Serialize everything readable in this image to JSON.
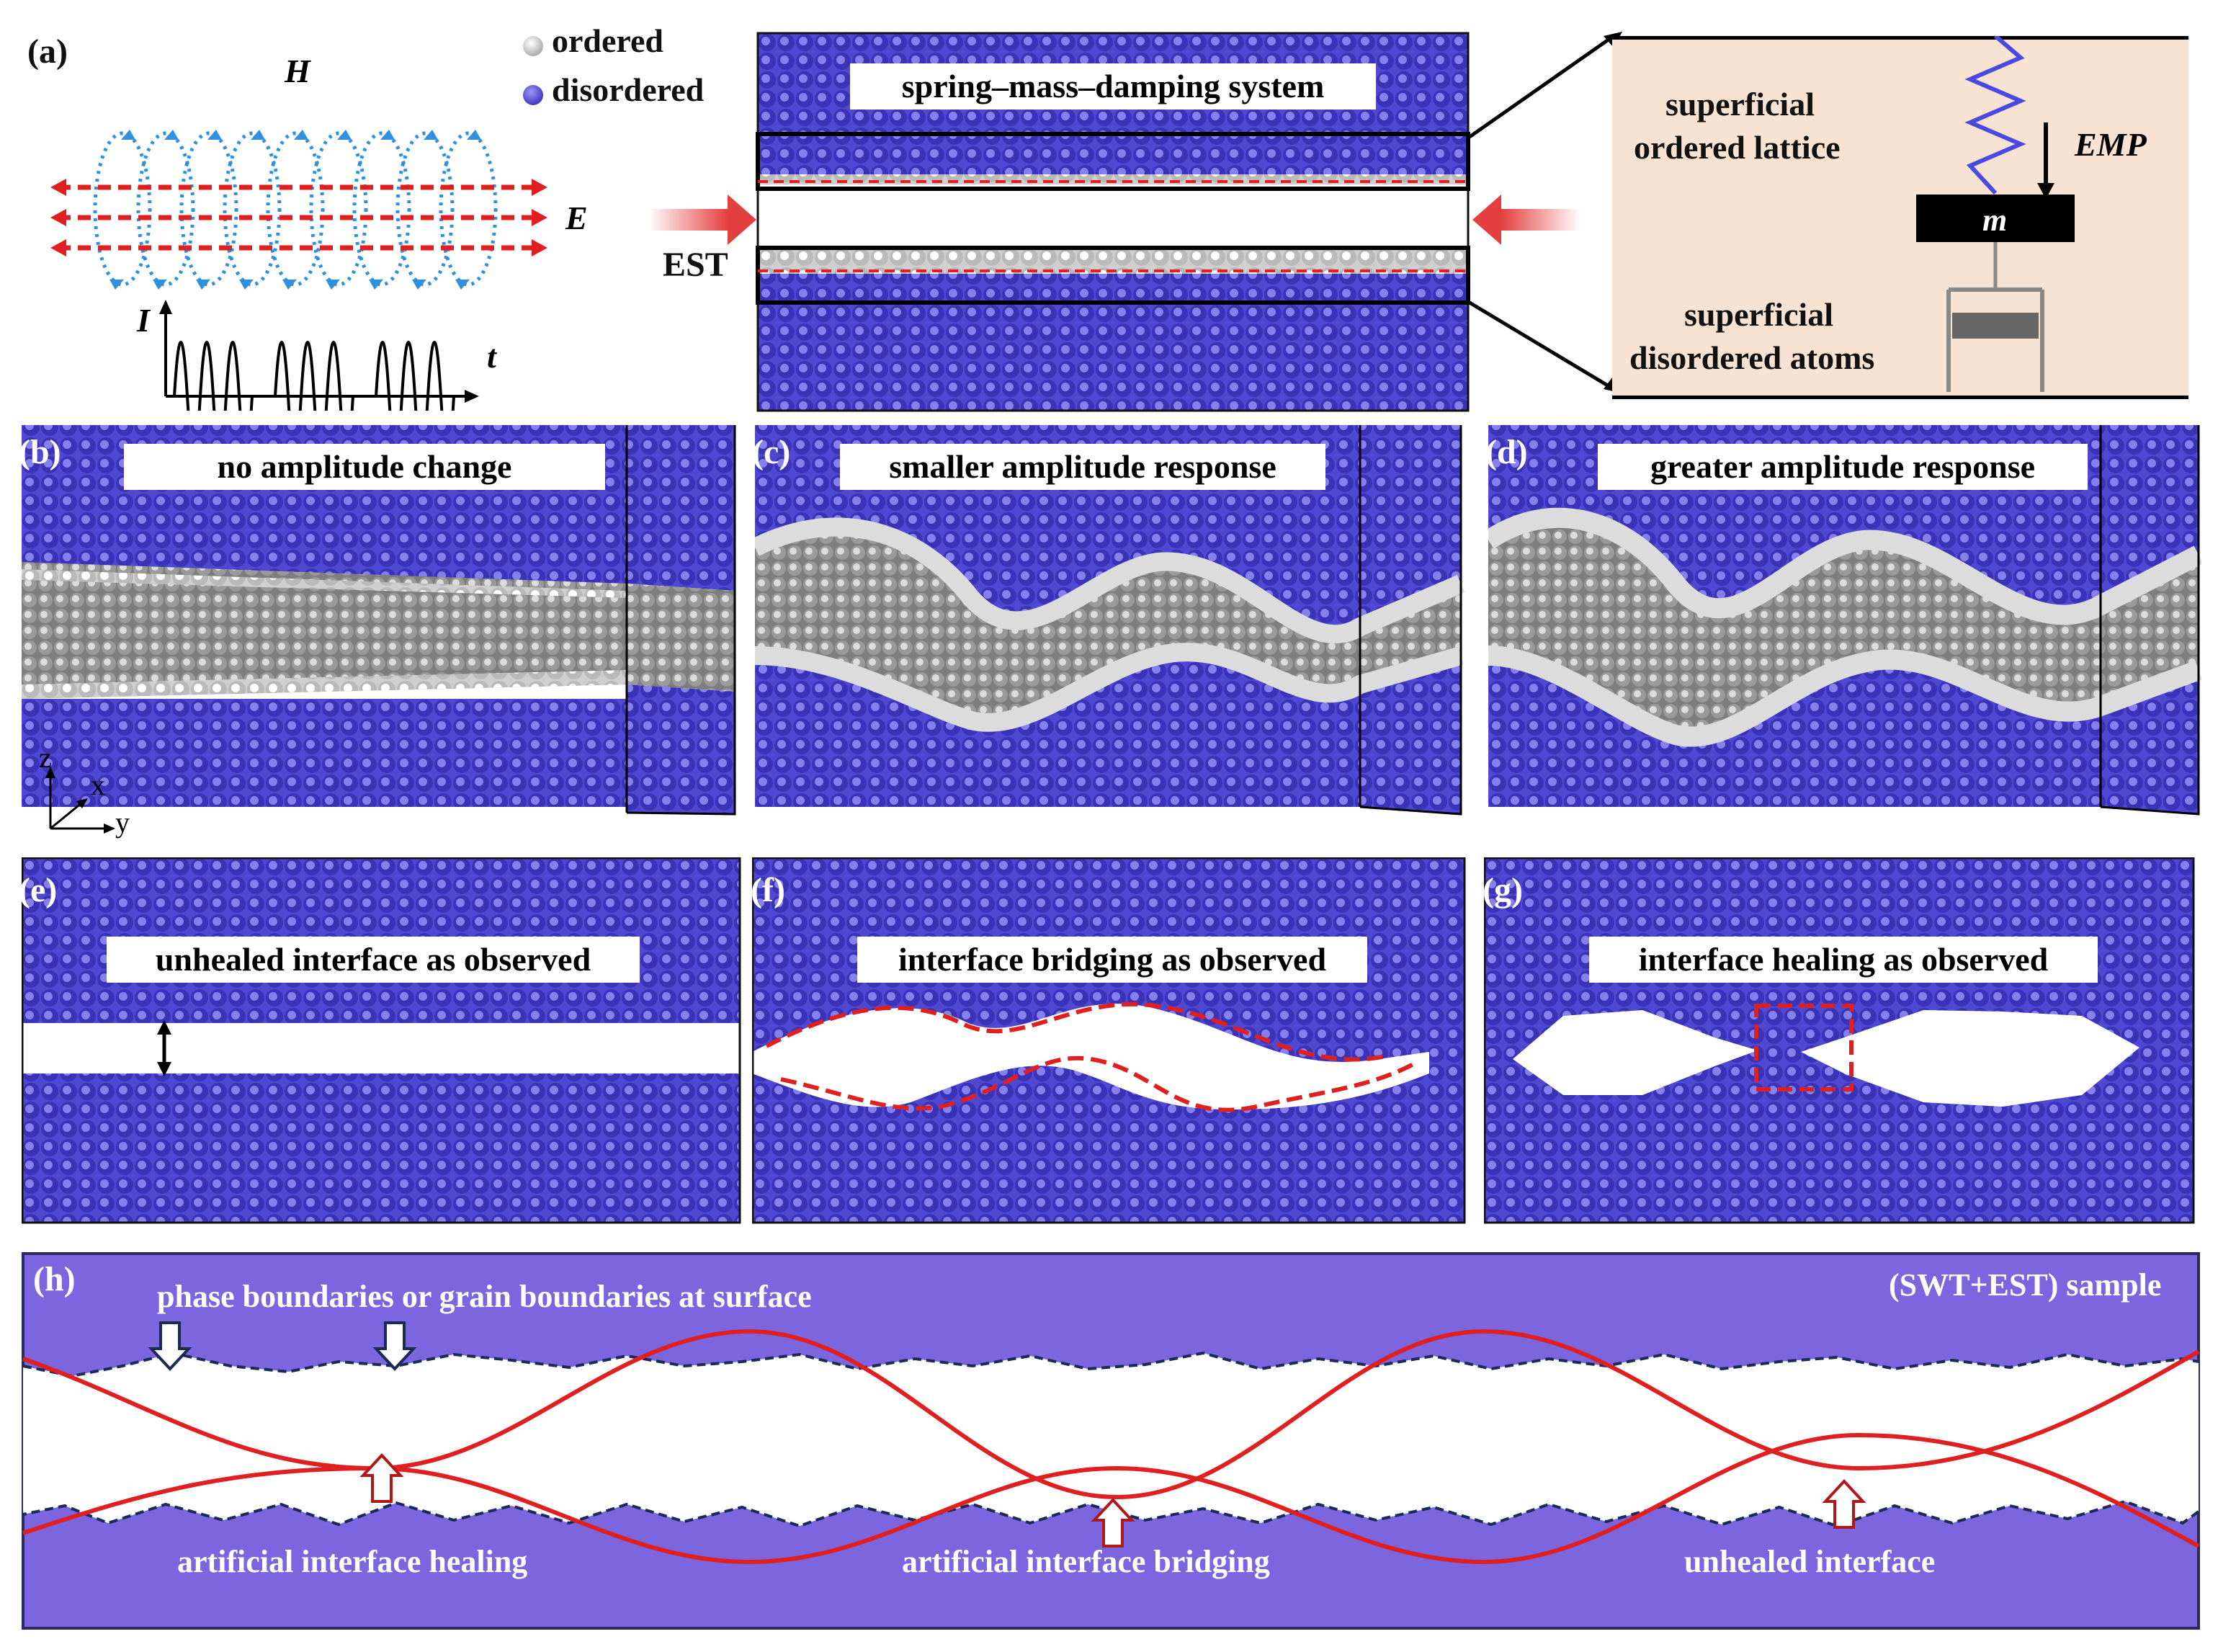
{
  "panel_labels": {
    "a": "(a)",
    "b": "(b)",
    "c": "(c)",
    "d": "(d)",
    "e": "(e)",
    "f": "(f)",
    "g": "(g)",
    "h": "(h)"
  },
  "panel_a": {
    "H": "H",
    "E": "E",
    "I": "I",
    "t": "t",
    "legend_ordered": "ordered",
    "legend_disordered": "disordered",
    "system_title": "spring–mass–damping system",
    "EST": "EST",
    "superficial_ordered": [
      "superficial",
      "ordered lattice"
    ],
    "superficial_disordered": [
      "superficial",
      "disordered atoms"
    ],
    "EMP": "EMP",
    "m": "m"
  },
  "panel_b": {
    "caption": "no amplitude change"
  },
  "panel_c": {
    "caption": "smaller amplitude response"
  },
  "panel_d": {
    "caption": "greater amplitude response"
  },
  "axes": {
    "z": "z",
    "x": "x",
    "y": "y"
  },
  "panel_e": {
    "caption": "unhealed interface  as observed"
  },
  "panel_f": {
    "caption": "interface bridging as observed"
  },
  "panel_g": {
    "caption": "interface healing as observed"
  },
  "panel_h": {
    "top_text": "phase boundaries or grain boundaries at surface",
    "sample": "(SWT+EST) sample",
    "bottom_1": "artificial  interface healing",
    "bottom_2": "artificial interface bridging",
    "bottom_3": "unhealed interface"
  },
  "colors": {
    "atom_blue": "#4f48d2",
    "panel_h_fill": "#7b66e0",
    "red": "#e02020",
    "light_blue": "#2f8fe0",
    "beige": "#f8e3d3"
  }
}
